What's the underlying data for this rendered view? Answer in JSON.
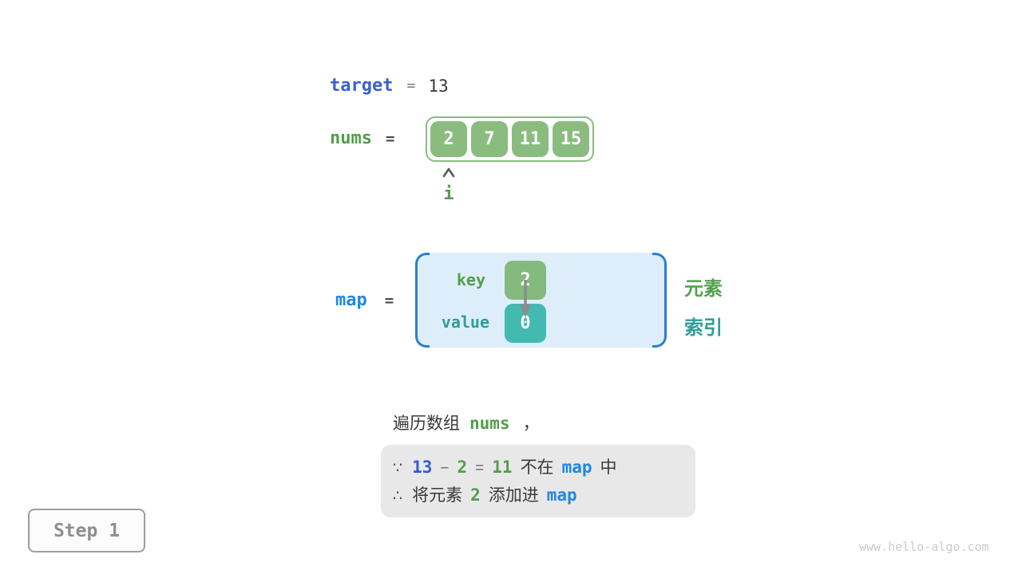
{
  "colors": {
    "code_blue": "#3b5fd1",
    "code_green": "#519e4b",
    "map_blue": "#1e88e5",
    "teal_text": "#2f9d99",
    "cell_green": "#8abc80",
    "cell_teal": "#44b9b0",
    "bracket_blue": "#2a80cc",
    "map_box_bg": "#ddeefa",
    "reason_box_bg": "#e8e8e8"
  },
  "target_line": {
    "name": "target",
    "equals": "=",
    "value": "13"
  },
  "nums_line": {
    "name": "nums",
    "equals": "=",
    "cells": [
      "2",
      "7",
      "11",
      "15"
    ],
    "pointer_label": "i"
  },
  "map_line": {
    "name": "map",
    "equals": "=",
    "key_label": "key",
    "key_cell": "2",
    "value_label": "value",
    "value_cell": "0",
    "legend_element": "元素",
    "legend_index": "索引"
  },
  "caption": {
    "text": "遍历数组",
    "code": "nums",
    "comma": "，"
  },
  "reason_box": {
    "line1": {
      "symbol": "∵",
      "minuend": "13",
      "minus": "−",
      "subtrahend": "2",
      "equals": "=",
      "difference": "11",
      "text_not_in": "不在",
      "code": "map",
      "text_in": "中"
    },
    "line2": {
      "symbol": "∴",
      "text_add_element": "将元素",
      "number": "2",
      "text_add_into": "添加进",
      "code": "map"
    }
  },
  "step_badge": "Step 1",
  "watermark": "www.hello-algo.com"
}
